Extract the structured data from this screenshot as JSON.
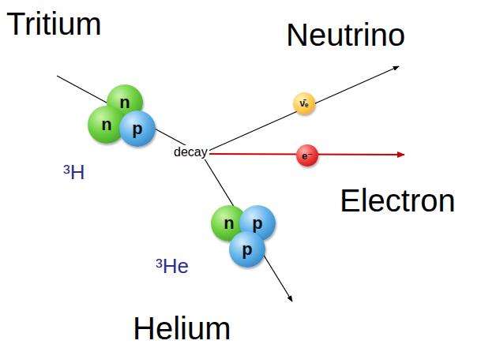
{
  "diagram": {
    "nodes": [
      {
        "text": [
          "n"
        ]
      },
      {
        "text": [
          "n"
        ]
      },
      {
        "text": [
          "p"
        ]
      },
      {
        "text": [
          "ν̄ₑ"
        ]
      },
      {
        "text": [
          "e⁻"
        ]
      },
      {
        "text": [
          "n"
        ]
      },
      {
        "text": [
          "p"
        ]
      },
      {
        "text": [
          "p"
        ]
      }
    ],
    "labels": [
      "Tritium",
      "Neutrino",
      "decay",
      "Electron",
      "³H",
      "³He",
      "Helium"
    ]
  }
}
